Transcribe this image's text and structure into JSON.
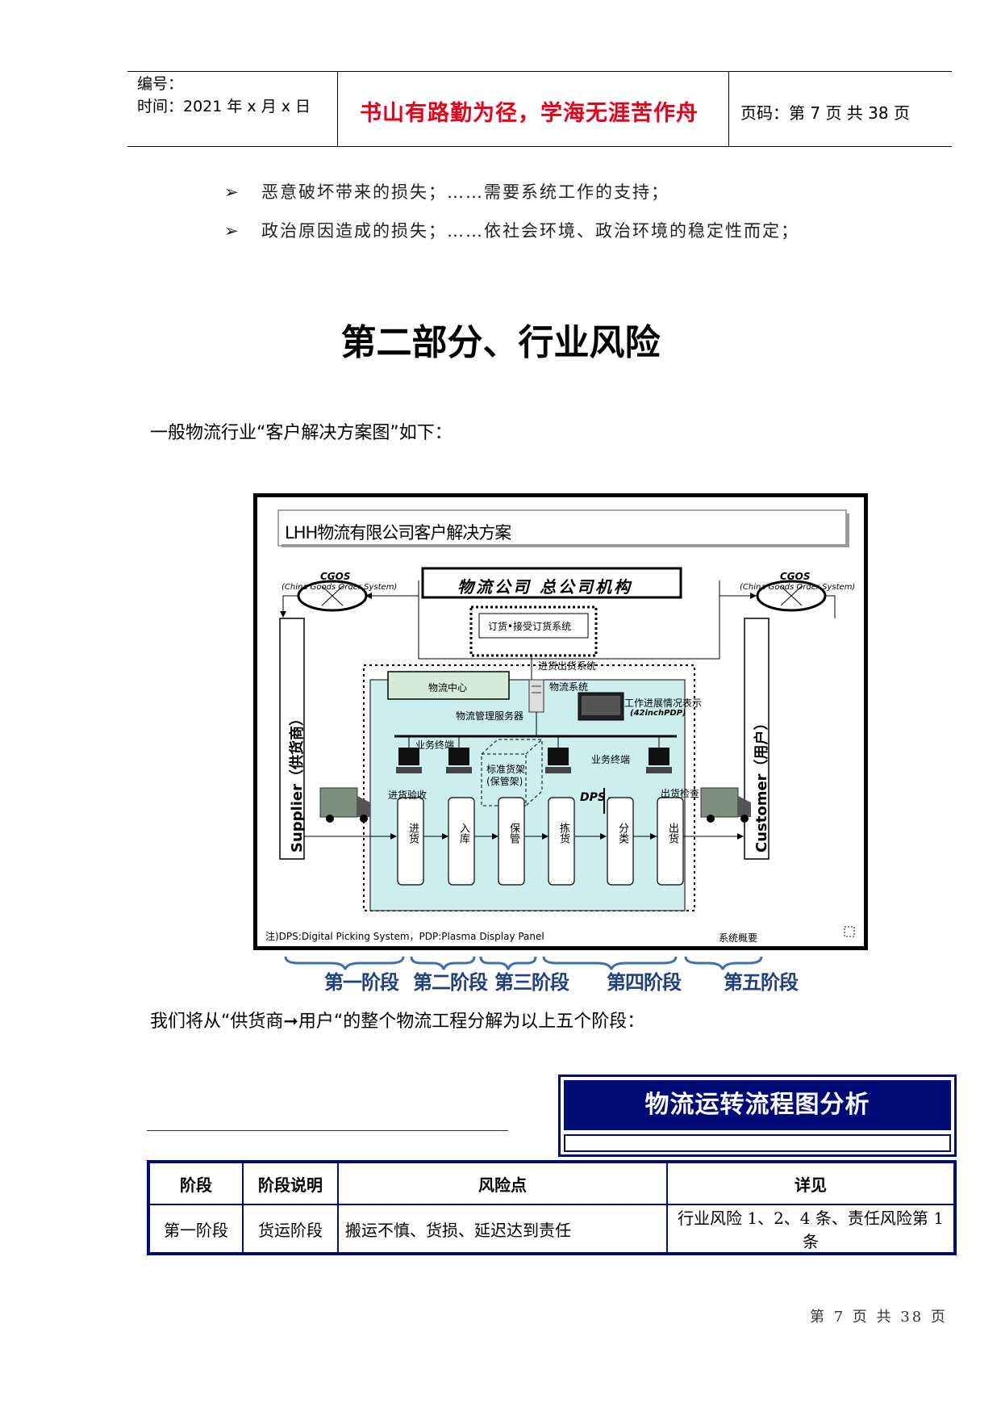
{
  "header": {
    "number_label": "编号：",
    "time_label": "时间：2021 年 x 月 x 日",
    "motto": "书山有路勤为径，学海无涯苦作舟",
    "page_label": "页码：第 7 页  共 38 页"
  },
  "bullets": [
    "恶意破坏带来的损失；……需要系统工作的支持；",
    "政治原因造成的损失；……依社会环境、政治环境的稳定性而定；"
  ],
  "part_title": "第二部分、行业风险",
  "intro": "一般物流行业“客户解决方案图”如下：",
  "diagram": {
    "title": "LHH物流有限公司客户解决方案",
    "hq": "物流公司 总公司机构",
    "cgos": "CGOS",
    "cgos_full": "(China Goods Order System)",
    "order_system": "订货•接受订货系统",
    "inout_system": "进货出货系统",
    "center": "物流中心",
    "logistics_system": "物流系统",
    "server": "物流管理服务器",
    "progress_display": "工作进展情况表示",
    "pdp": "(42inchPDP)",
    "terminal": "业务终端",
    "standard_shelf": "标准货架\n(保管架)",
    "dps": "DPS",
    "inbound_check": "进货验收",
    "outbound_check": "出货检查",
    "supplier": "Supplier（供货商）",
    "customer": "Customer（用户）",
    "steps": [
      "进货",
      "入库",
      "保管",
      "拣货",
      "分类",
      "出货"
    ],
    "note": "注)DPS:Digital Picking System，PDP:Plasma Display Panel",
    "overview": "系统概要"
  },
  "stages": [
    "第一阶段",
    "第二阶段",
    "第三阶段",
    "第四阶段",
    "第五阶段"
  ],
  "decompose_text": "我们将从“供货商➞用户“的整个物流工程分解为以上五个阶段：",
  "process_title": "物流运转流程图分析",
  "table": {
    "headers": [
      "阶段",
      "阶段说明",
      "风险点",
      "详见"
    ],
    "rows": [
      [
        "第一阶段",
        "货运阶段",
        "搬运不慎、货损、延迟达到责任",
        "行业风险 1、2、4 条、责任风险第 1 条"
      ]
    ]
  },
  "footer": "第 7 页 共 38 页",
  "colors": {
    "motto": "#e8001a",
    "navy": "#000b78",
    "stage": "#21407f",
    "center_bg": "#cdeeee"
  }
}
